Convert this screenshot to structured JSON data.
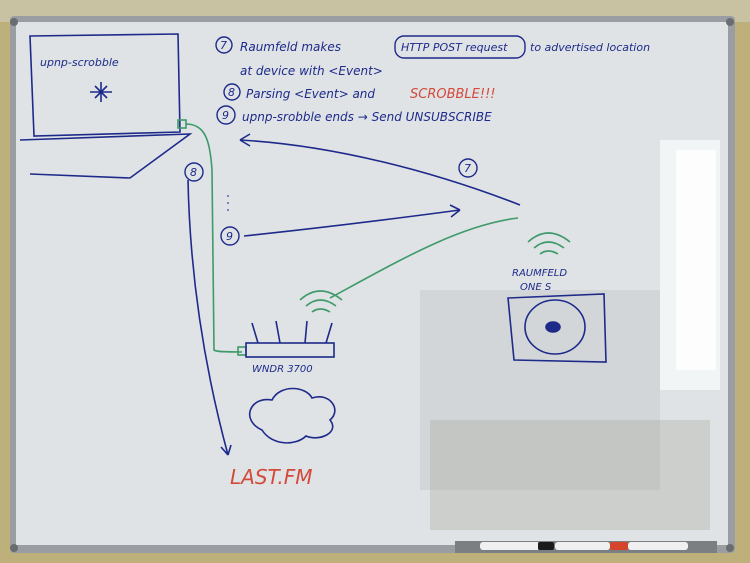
{
  "whiteboard": {
    "colors": {
      "wall": "#bdb07a",
      "board": "#dfe3e6",
      "frame": "#9a9ea2",
      "blue_ink": "#1e2a8a",
      "green_ink": "#3f9a6a",
      "red_ink": "#d44a3a"
    },
    "laptop_label": "upnp-scrobble",
    "notes": [
      {
        "number": "7",
        "text_a": "Raumfeld makes",
        "boxed": "HTTP POST request",
        "text_b": "to advertised location"
      },
      {
        "number": "",
        "text_a": "at device with <Event>",
        "boxed": "",
        "text_b": ""
      },
      {
        "number": "8",
        "text_a": "Parsing <Event> and",
        "boxed": "",
        "text_b": ""
      },
      {
        "number": "9",
        "text_a": "upnp-srobble ends → Send UNSUBSCRIBE",
        "boxed": "",
        "text_b": ""
      }
    ],
    "scrobble_word": "SCROBBLE!!!",
    "arrow_labels": [
      "7",
      "8",
      "9"
    ],
    "router_label": "WNDR 3700",
    "speaker_label_line1": "RAUMFELD",
    "speaker_label_line2": "ONE S",
    "lastfm_label": "LAST.FM"
  }
}
